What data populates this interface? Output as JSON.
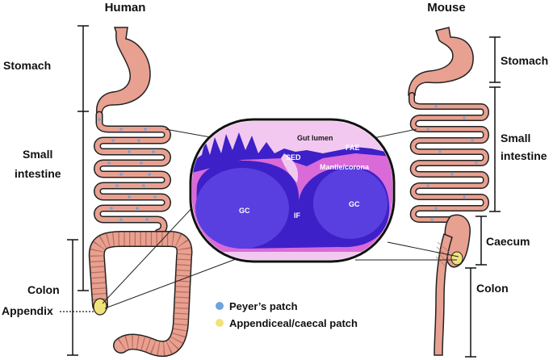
{
  "headers": {
    "human": "Human",
    "mouse": "Mouse"
  },
  "human_labels": {
    "stomach": "Stomach",
    "small_line1": "Small",
    "small_line2": "intestine",
    "colon": "Colon",
    "appendix": "Appendix"
  },
  "mouse_labels": {
    "stomach": "Stomach",
    "small_line1": "Small",
    "small_line2": "intestine",
    "caecum": "Caecum",
    "colon": "Colon"
  },
  "inset_labels": {
    "gut_lumen": "Gut lumen",
    "fae": "FAE",
    "sed": "SED",
    "mantle": "Mantle/corona",
    "gc_left": "GC",
    "gc_right": "GC",
    "if": "IF"
  },
  "legend": [
    {
      "label": "Peyer’s patch",
      "color": "#6fa3dc"
    },
    {
      "label": "Appendiceal/caecal patch",
      "color": "#f1e37a"
    }
  ],
  "colors": {
    "tissue": "#e8a090",
    "tissue_dark": "#b86b5c",
    "inset_purple": "#3d20c8",
    "inset_magenta": "#d96ad8",
    "inset_pink": "#f3c8f0"
  }
}
